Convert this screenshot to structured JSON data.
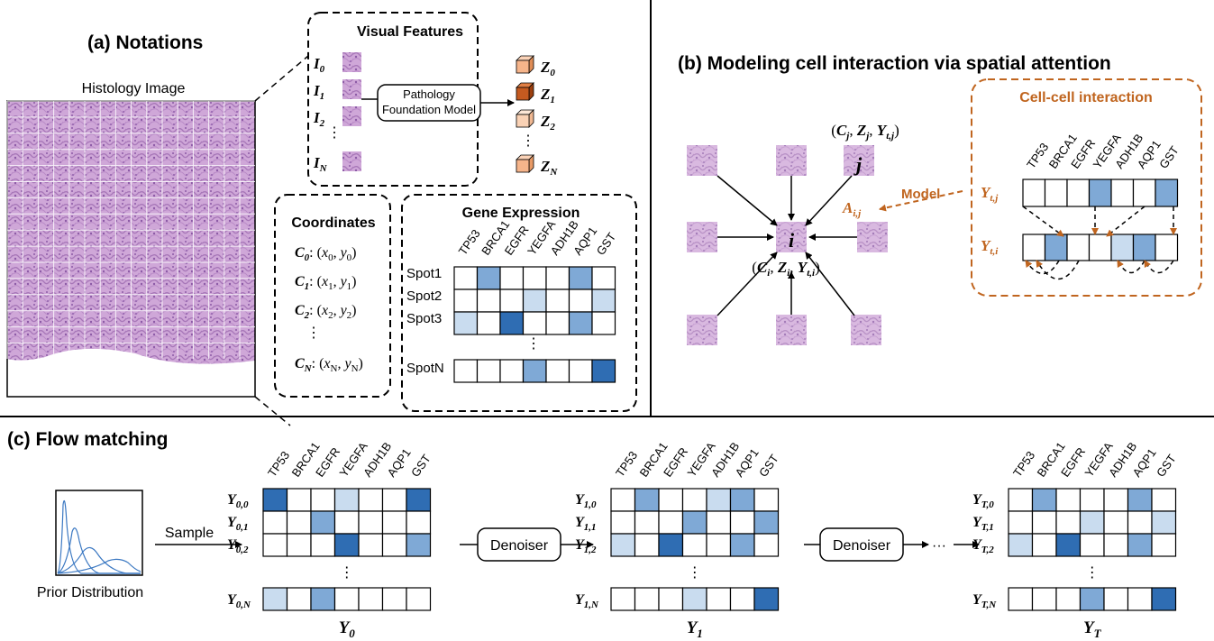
{
  "panel_a": {
    "title": "(a) Notations",
    "histology_label": "Histology Image",
    "visual_features_title": "Visual Features",
    "image_labels": [
      "I",
      "I",
      "I",
      "I"
    ],
    "image_subs": [
      "0",
      "1",
      "2",
      "N"
    ],
    "feature_labels": [
      "Z",
      "Z",
      "Z",
      "Z"
    ],
    "feature_subs": [
      "0",
      "1",
      "2",
      "N"
    ],
    "model_label_line1": "Pathology",
    "model_label_line2": "Foundation Model",
    "coordinates_title": "Coordinates",
    "coordinates": [
      {
        "c": "C",
        "sub": "0",
        "x": "x",
        "xs": "0",
        "y": "y",
        "ys": "0"
      },
      {
        "c": "C",
        "sub": "1",
        "x": "x",
        "xs": "1",
        "y": "y",
        "ys": "1"
      },
      {
        "c": "C",
        "sub": "2",
        "x": "x",
        "xs": "2",
        "y": "y",
        "ys": "2"
      },
      {
        "c": "C",
        "sub": "N",
        "x": "x",
        "xs": "N",
        "y": "y",
        "ys": "N"
      }
    ],
    "gene_expression_title": "Gene Expression",
    "genes": [
      "TP53",
      "BRCA1",
      "EGFR",
      "YEGFA",
      "ADH1B",
      "AQP1",
      "GST"
    ],
    "spots": [
      "Spot1",
      "Spot2",
      "Spot3",
      "SpotN"
    ],
    "ellipsis": "⋮"
  },
  "panel_b": {
    "title": "(b) Modeling cell interaction via spatial attention",
    "node_i": "i",
    "node_j": "j",
    "tuple_j": "(C_j, Z_j, Y_t,j)",
    "tuple_i": "(C_i, Z_i, Y_t,i)",
    "model_label": "Model",
    "attention_label": "A",
    "attention_sub": "i,j",
    "cci_title": "Cell-cell interaction",
    "row_labels": [
      "Y",
      "Y"
    ],
    "row_subs": [
      "t,j",
      "t,i"
    ]
  },
  "panel_c": {
    "title": "(c) Flow matching",
    "prior_label": "Prior Distribution",
    "sample_label": "Sample",
    "denoiser_label": "Denoiser",
    "ellipsis_h": "···",
    "matrices": [
      {
        "name": "Y",
        "sub": "0",
        "row_subs": [
          "0,0",
          "0,1",
          "0,2",
          "0,N"
        ]
      },
      {
        "name": "Y",
        "sub": "1",
        "row_subs": [
          "1,0",
          "1,1",
          "1,2",
          "1,N"
        ]
      },
      {
        "name": "Y",
        "sub": "T",
        "row_subs": [
          "T,0",
          "T,1",
          "T,2",
          "T,N"
        ]
      }
    ]
  },
  "colors": {
    "light": "#c9dcef",
    "mid": "#7fa9d6",
    "dark": "#2f6db3",
    "orange": "#c0651f",
    "tissue": "#c9a6d4"
  }
}
